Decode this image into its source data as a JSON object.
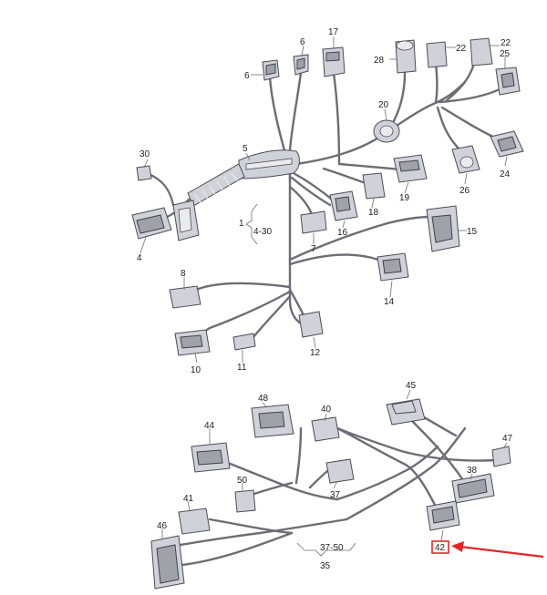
{
  "labels": {
    "l1": "1",
    "l4_30": "4-30",
    "l4": "4",
    "l5": "5",
    "l6a": "6",
    "l6b": "6",
    "l7": "7",
    "l8": "8",
    "l10": "10",
    "l11": "11",
    "l12": "12",
    "l14": "14",
    "l15": "15",
    "l16": "16",
    "l17": "17",
    "l18": "18",
    "l19": "19",
    "l20": "20",
    "l22a": "22",
    "l22b": "22",
    "l24": "24",
    "l25": "25",
    "l26": "26",
    "l28": "28",
    "l30": "30",
    "l35": "35",
    "l37": "37",
    "l37_50": "37-50",
    "l38": "38",
    "l40": "40",
    "l41": "41",
    "l42": "42",
    "l44": "44",
    "l45": "45",
    "l46": "46",
    "l47": "47",
    "l48": "48",
    "l50": "50"
  },
  "highlight": {
    "label": "42",
    "color": "#e3262b"
  },
  "colors": {
    "wire": "#6b6e74",
    "part": "#cfd2d8",
    "accent": "#e3262b"
  }
}
